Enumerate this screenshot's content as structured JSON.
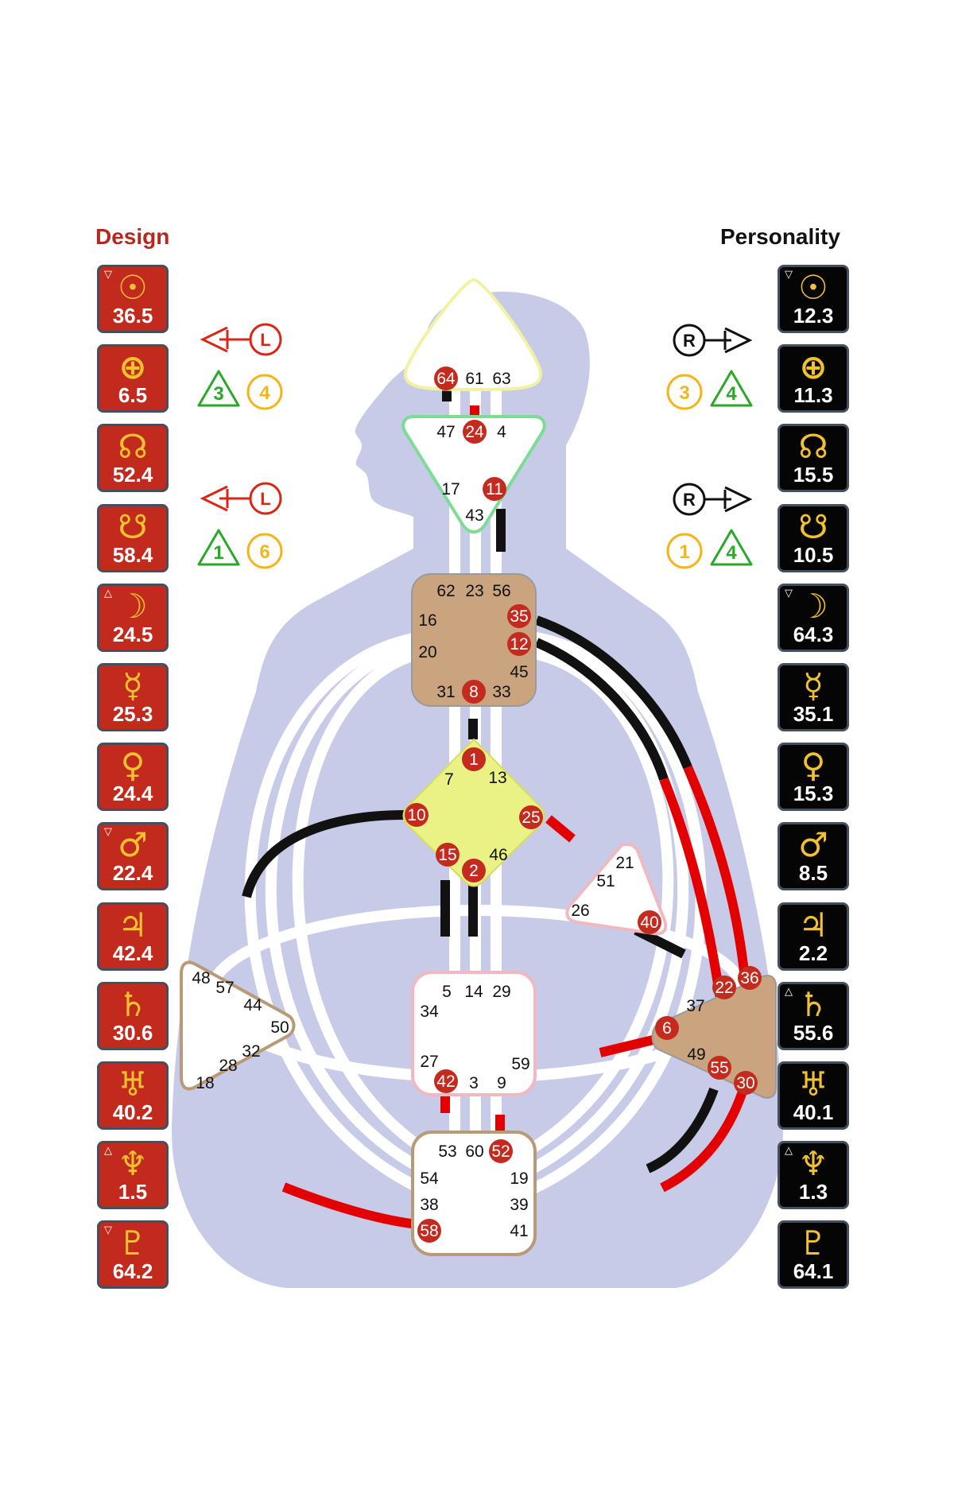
{
  "headers": {
    "design": "Design",
    "personality": "Personality"
  },
  "colors": {
    "design": "#c22a1d",
    "personality": "#050505",
    "glyph": "#f2c12e",
    "body": "#c7cbe8",
    "arrow_left": "#d92617",
    "arrow_right": "#111111",
    "green": "#2aa827",
    "orange": "#f2b51c"
  },
  "design_planets": [
    {
      "planet": "sun",
      "glyph": "☉",
      "value": "36.5",
      "mark": "▽"
    },
    {
      "planet": "earth",
      "glyph": "⊕",
      "value": "6.5",
      "mark": ""
    },
    {
      "planet": "north-node",
      "glyph": "☊",
      "value": "52.4",
      "mark": ""
    },
    {
      "planet": "south-node",
      "glyph": "☋",
      "value": "58.4",
      "mark": ""
    },
    {
      "planet": "moon",
      "glyph": "☽",
      "value": "24.5",
      "mark": "△"
    },
    {
      "planet": "mercury",
      "glyph": "☿",
      "value": "25.3",
      "mark": ""
    },
    {
      "planet": "venus",
      "glyph": "♀",
      "value": "24.4",
      "mark": ""
    },
    {
      "planet": "mars",
      "glyph": "♂",
      "value": "22.4",
      "mark": "▽"
    },
    {
      "planet": "jupiter",
      "glyph": "♃",
      "value": "42.4",
      "mark": ""
    },
    {
      "planet": "saturn",
      "glyph": "♄",
      "value": "30.6",
      "mark": ""
    },
    {
      "planet": "uranus",
      "glyph": "♅",
      "value": "40.2",
      "mark": ""
    },
    {
      "planet": "neptune",
      "glyph": "♆",
      "value": "1.5",
      "mark": "△"
    },
    {
      "planet": "pluto",
      "glyph": "♇",
      "value": "64.2",
      "mark": "▽"
    }
  ],
  "personality_planets": [
    {
      "planet": "sun",
      "glyph": "☉",
      "value": "12.3",
      "mark": "▽"
    },
    {
      "planet": "earth",
      "glyph": "⊕",
      "value": "11.3",
      "mark": ""
    },
    {
      "planet": "north-node",
      "glyph": "☊",
      "value": "15.5",
      "mark": ""
    },
    {
      "planet": "south-node",
      "glyph": "☋",
      "value": "10.5",
      "mark": ""
    },
    {
      "planet": "moon",
      "glyph": "☽",
      "value": "64.3",
      "mark": "▽"
    },
    {
      "planet": "mercury",
      "glyph": "☿",
      "value": "35.1",
      "mark": ""
    },
    {
      "planet": "venus",
      "glyph": "♀",
      "value": "15.3",
      "mark": ""
    },
    {
      "planet": "mars",
      "glyph": "♂",
      "value": "8.5",
      "mark": ""
    },
    {
      "planet": "jupiter",
      "glyph": "♃",
      "value": "2.2",
      "mark": ""
    },
    {
      "planet": "saturn",
      "glyph": "♄",
      "value": "55.6",
      "mark": "△"
    },
    {
      "planet": "uranus",
      "glyph": "♅",
      "value": "40.1",
      "mark": ""
    },
    {
      "planet": "neptune",
      "glyph": "♆",
      "value": "1.3",
      "mark": "△"
    },
    {
      "planet": "pluto",
      "glyph": "♇",
      "value": "64.1",
      "mark": ""
    }
  ],
  "variables": {
    "design": [
      {
        "arrow": "L",
        "green": "3",
        "orange": "4"
      },
      {
        "arrow": "L",
        "green": "1",
        "orange": "6"
      }
    ],
    "personality": [
      {
        "arrow": "R",
        "orange": "3",
        "green": "4"
      },
      {
        "arrow": "R",
        "orange": "1",
        "green": "4"
      }
    ]
  },
  "centers": [
    {
      "name": "head",
      "gates": [
        {
          "n": "64",
          "a": true
        },
        {
          "n": "61",
          "a": false
        },
        {
          "n": "63",
          "a": false
        }
      ]
    },
    {
      "name": "ajna",
      "gates": [
        {
          "n": "47",
          "a": false
        },
        {
          "n": "24",
          "a": true
        },
        {
          "n": "4",
          "a": false
        },
        {
          "n": "17",
          "a": false
        },
        {
          "n": "11",
          "a": true
        },
        {
          "n": "43",
          "a": false
        }
      ]
    },
    {
      "name": "throat",
      "gates": [
        {
          "n": "62",
          "a": false
        },
        {
          "n": "23",
          "a": false
        },
        {
          "n": "56",
          "a": false
        },
        {
          "n": "16",
          "a": false
        },
        {
          "n": "35",
          "a": true
        },
        {
          "n": "12",
          "a": true
        },
        {
          "n": "20",
          "a": false
        },
        {
          "n": "45",
          "a": false
        },
        {
          "n": "31",
          "a": false
        },
        {
          "n": "8",
          "a": true
        },
        {
          "n": "33",
          "a": false
        }
      ]
    },
    {
      "name": "g",
      "gates": [
        {
          "n": "1",
          "a": true
        },
        {
          "n": "7",
          "a": false
        },
        {
          "n": "13",
          "a": false
        },
        {
          "n": "10",
          "a": true
        },
        {
          "n": "25",
          "a": true
        },
        {
          "n": "15",
          "a": true
        },
        {
          "n": "46",
          "a": false
        },
        {
          "n": "2",
          "a": true
        }
      ]
    },
    {
      "name": "heart",
      "gates": [
        {
          "n": "21",
          "a": false
        },
        {
          "n": "51",
          "a": false
        },
        {
          "n": "26",
          "a": false
        },
        {
          "n": "40",
          "a": true
        }
      ]
    },
    {
      "name": "spleen",
      "gates": [
        {
          "n": "48",
          "a": false
        },
        {
          "n": "57",
          "a": false
        },
        {
          "n": "44",
          "a": false
        },
        {
          "n": "50",
          "a": false
        },
        {
          "n": "32",
          "a": false
        },
        {
          "n": "28",
          "a": false
        },
        {
          "n": "18",
          "a": false
        }
      ]
    },
    {
      "name": "sacral",
      "gates": [
        {
          "n": "5",
          "a": false
        },
        {
          "n": "14",
          "a": false
        },
        {
          "n": "29",
          "a": false
        },
        {
          "n": "34",
          "a": false
        },
        {
          "n": "27",
          "a": false
        },
        {
          "n": "59",
          "a": false
        },
        {
          "n": "42",
          "a": true
        },
        {
          "n": "3",
          "a": false
        },
        {
          "n": "9",
          "a": false
        }
      ]
    },
    {
      "name": "solar-plexus",
      "gates": [
        {
          "n": "22",
          "a": true
        },
        {
          "n": "36",
          "a": true
        },
        {
          "n": "37",
          "a": false
        },
        {
          "n": "6",
          "a": true
        },
        {
          "n": "49",
          "a": false
        },
        {
          "n": "55",
          "a": true
        },
        {
          "n": "30",
          "a": true
        }
      ]
    },
    {
      "name": "root",
      "gates": [
        {
          "n": "53",
          "a": false
        },
        {
          "n": "60",
          "a": false
        },
        {
          "n": "52",
          "a": true
        },
        {
          "n": "54",
          "a": false
        },
        {
          "n": "19",
          "a": false
        },
        {
          "n": "38",
          "a": false
        },
        {
          "n": "39",
          "a": false
        },
        {
          "n": "58",
          "a": true
        },
        {
          "n": "41",
          "a": false
        }
      ]
    }
  ]
}
